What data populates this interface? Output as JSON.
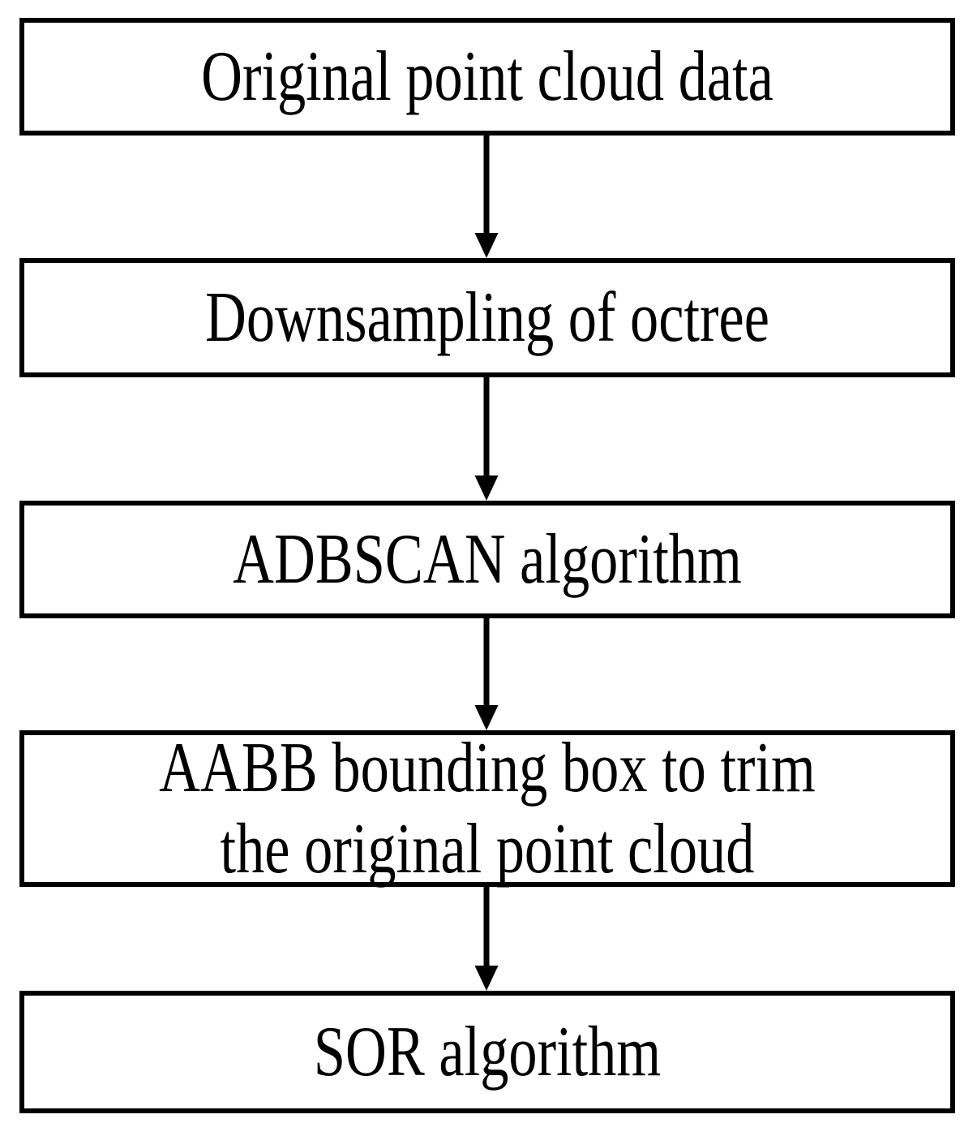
{
  "diagram": {
    "type": "flowchart",
    "orientation": "vertical-top-to-bottom",
    "background_color": "#ffffff",
    "stroke_color": "#000000",
    "text_color": "#000000",
    "nodes": [
      {
        "id": "node-1",
        "shape": "rectangle",
        "label": "Original point cloud data"
      },
      {
        "id": "node-2",
        "shape": "rectangle",
        "label": "Downsampling of octree"
      },
      {
        "id": "node-3",
        "shape": "rectangle",
        "label": "ADBSCAN algorithm"
      },
      {
        "id": "node-4",
        "shape": "rectangle",
        "label": "AABB bounding box to trim\nthe original point cloud"
      },
      {
        "id": "node-5",
        "shape": "rectangle",
        "label": "SOR algorithm"
      }
    ],
    "connectors": [
      {
        "id": "conn-1",
        "from": "node-1",
        "to": "node-2",
        "style": "solid-arrow-down",
        "label": ""
      },
      {
        "id": "conn-2",
        "from": "node-2",
        "to": "node-3",
        "style": "solid-arrow-down",
        "label": ""
      },
      {
        "id": "conn-3",
        "from": "node-3",
        "to": "node-4",
        "style": "solid-arrow-down",
        "label": ""
      },
      {
        "id": "conn-4",
        "from": "node-4",
        "to": "node-5",
        "style": "solid-arrow-down",
        "label": ""
      }
    ]
  }
}
